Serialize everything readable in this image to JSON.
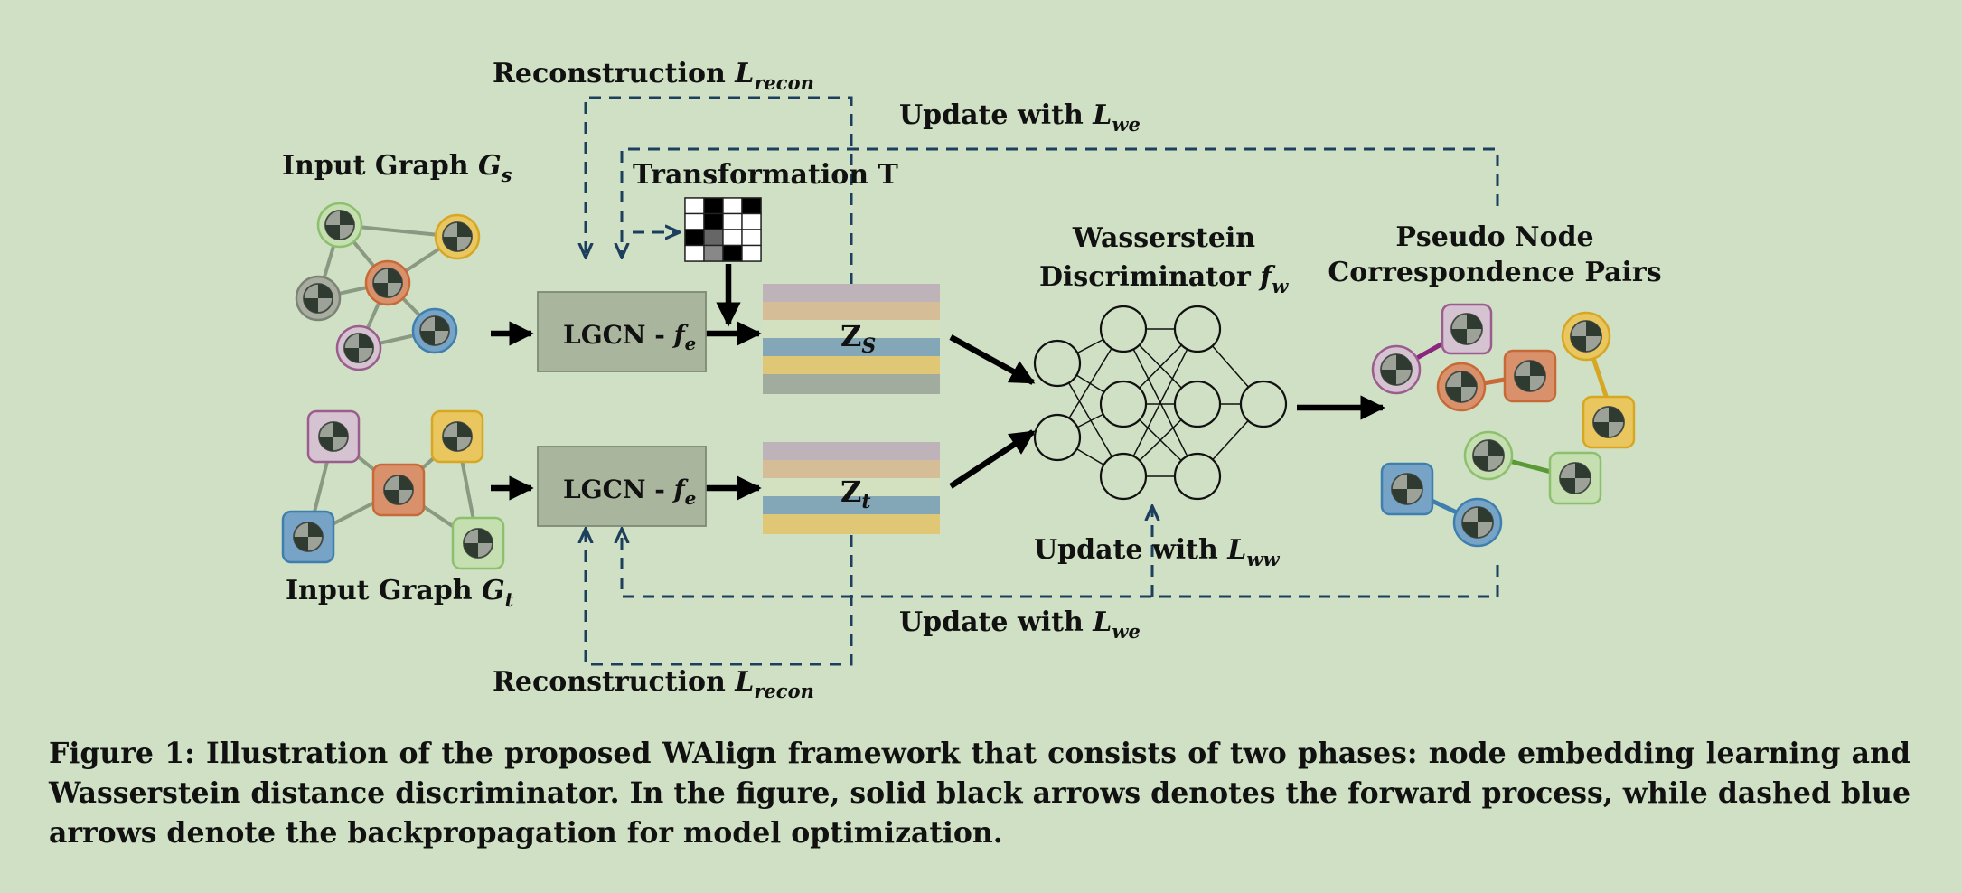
{
  "diagram": {
    "reconstruction_top": {
      "text": "Reconstruction ",
      "sym": "L",
      "sub": "recon"
    },
    "reconstruction_bottom": {
      "text": "Reconstruction ",
      "sym": "L",
      "sub": "recon"
    },
    "update_we_top": {
      "text": "Update with ",
      "sym": "L",
      "sub": "we"
    },
    "update_we_bottom": {
      "text": "Update with ",
      "sym": "L",
      "sub": "we"
    },
    "update_ww": {
      "text": "Update with ",
      "sym": "L",
      "sub": "ww"
    },
    "input_graph_s": {
      "text": "Input Graph ",
      "sym": "G",
      "sub": "s"
    },
    "input_graph_t": {
      "text": "Input Graph ",
      "sym": "G",
      "sub": "t"
    },
    "transformation": "Transformation T",
    "lgcn_top": {
      "text": "LGCN - ",
      "sym": "f",
      "sub": "e"
    },
    "lgcn_bottom": {
      "text": "LGCN - ",
      "sym": "f",
      "sub": "e"
    },
    "zs": {
      "sym": "Z",
      "sub": "S"
    },
    "zt": {
      "sym": "Z",
      "sub": "t"
    },
    "discriminator_line1": "Wasserstein",
    "discriminator_line2": {
      "text": "Discriminator ",
      "sym": "f",
      "sub": "w"
    },
    "pairs_line1": "Pseudo Node",
    "pairs_line2": "Correspondence Pairs"
  },
  "caption": "Figure 1: Illustration of the proposed WAlign framework that consists of two phases: node embedding learning and Wasserstein distance discriminator. In the figure, solid black arrows denotes the forward process, while dashed blue arrows denote the backpropagation for model optimization.",
  "colors": {
    "background": "#cfe0c4",
    "backprop_dash": "#1d3f5e",
    "node_green": "#c6dfb0",
    "node_yellow": "#e9c75e",
    "node_orange": "#d8916a",
    "node_gray": "#a8ad9f",
    "node_purple": "#d6c3d2",
    "node_blue": "#77a4c6",
    "encoder_box": "#a9b69d",
    "stripe_colors": [
      "#bfb3ba",
      "#d5bd97",
      "#d3e1c0",
      "#84a7b7",
      "#e0c775",
      "#d1dcc1",
      "#a2ac9e"
    ]
  }
}
